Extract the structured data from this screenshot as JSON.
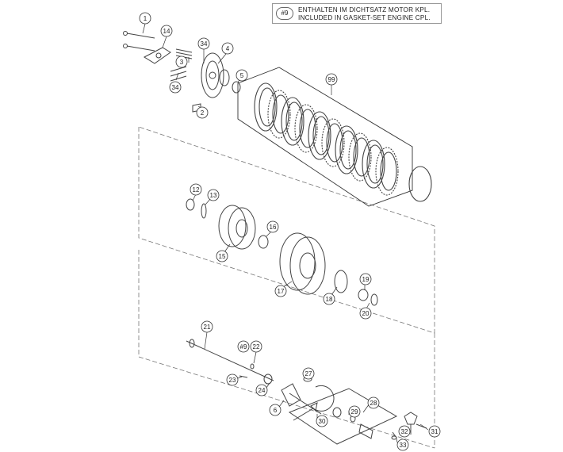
{
  "note": {
    "badge": "#9",
    "line1": "ENTHALTEN IM DICHTSATZ MOTOR KPL.",
    "line2": "INCLUDED IN GASKET-SET ENGINE CPL."
  },
  "callouts": [
    {
      "id": "c1",
      "label": "1"
    },
    {
      "id": "c14",
      "label": "14"
    },
    {
      "id": "c34a",
      "label": "34"
    },
    {
      "id": "c4",
      "label": "4"
    },
    {
      "id": "c3",
      "label": "3"
    },
    {
      "id": "c34b",
      "label": "34"
    },
    {
      "id": "c5",
      "label": "5"
    },
    {
      "id": "c2",
      "label": "2"
    },
    {
      "id": "c99",
      "label": "99"
    },
    {
      "id": "c12",
      "label": "12"
    },
    {
      "id": "c13",
      "label": "13"
    },
    {
      "id": "c16",
      "label": "16"
    },
    {
      "id": "c15",
      "label": "15"
    },
    {
      "id": "c19",
      "label": "19"
    },
    {
      "id": "c17",
      "label": "17"
    },
    {
      "id": "c18",
      "label": "18"
    },
    {
      "id": "c20",
      "label": "20"
    },
    {
      "id": "c21",
      "label": "21"
    },
    {
      "id": "c9",
      "label": "#9"
    },
    {
      "id": "c22",
      "label": "22"
    },
    {
      "id": "c23",
      "label": "23"
    },
    {
      "id": "c24",
      "label": "24"
    },
    {
      "id": "c27",
      "label": "27"
    },
    {
      "id": "c6",
      "label": "6"
    },
    {
      "id": "c28",
      "label": "28"
    },
    {
      "id": "c29",
      "label": "29"
    },
    {
      "id": "c30",
      "label": "30"
    },
    {
      "id": "c31",
      "label": "31"
    },
    {
      "id": "c32",
      "label": "32"
    },
    {
      "id": "c33",
      "label": "33"
    }
  ],
  "colors": {
    "line": "#333333",
    "part": "#555555",
    "dash": "#777777"
  }
}
